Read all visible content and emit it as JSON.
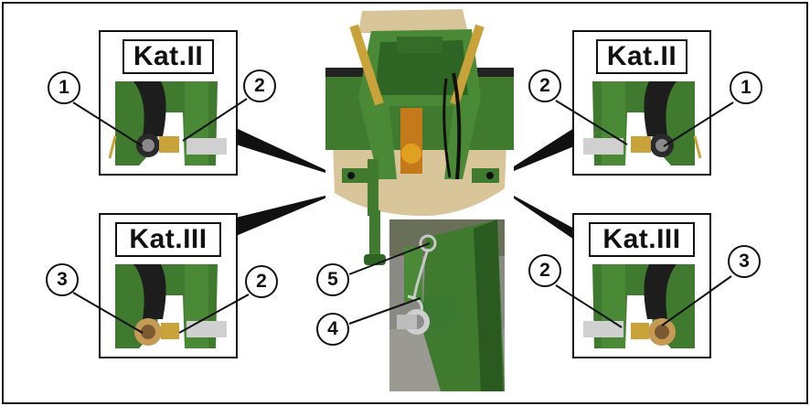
{
  "labels": {
    "kat2": "Kat.II",
    "kat3": "Kat.III"
  },
  "callouts": {
    "one": "1",
    "two": "2",
    "three": "3",
    "four": "4",
    "five": "5"
  },
  "colors": {
    "machine_green": "#3f7a2f",
    "machine_green_dark": "#23501a",
    "cover_beige": "#d9c59a",
    "steel": "#b8b8b8",
    "background_gray": "#d8d8d8",
    "line": "#111111"
  }
}
